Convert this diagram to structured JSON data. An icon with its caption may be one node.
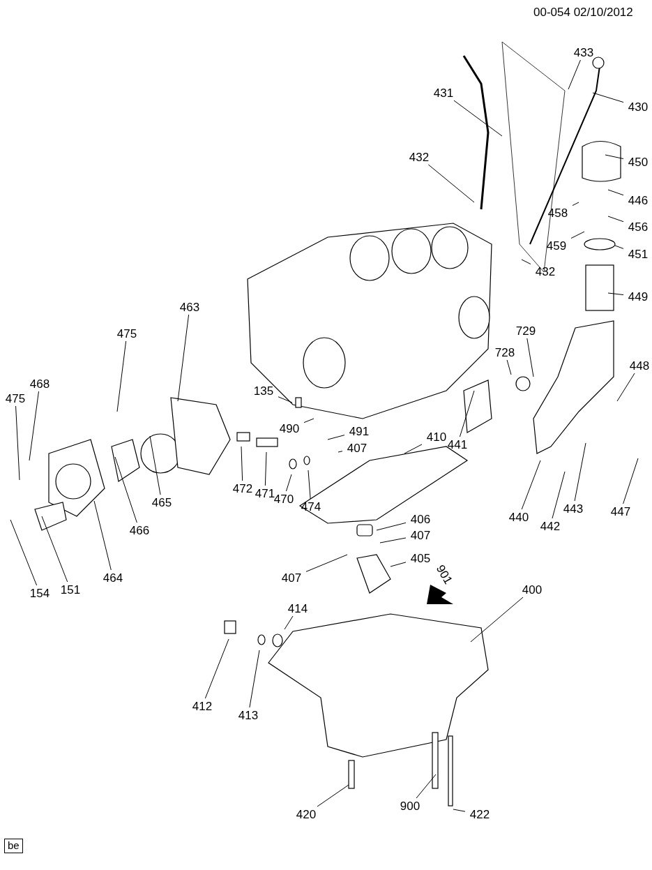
{
  "diagram": {
    "nodes": [
      {
        "text": [
          "431"
        ]
      },
      {
        "text": [
          "433"
        ]
      },
      {
        "text": [
          "430"
        ]
      },
      {
        "text": [
          "432"
        ]
      },
      {
        "text": [
          "450"
        ]
      },
      {
        "text": [
          "446"
        ]
      },
      {
        "text": [
          "458"
        ]
      },
      {
        "text": [
          "456"
        ]
      },
      {
        "text": [
          "459"
        ]
      },
      {
        "text": [
          "451"
        ]
      },
      {
        "text": [
          "432"
        ]
      },
      {
        "text": [
          "449"
        ]
      },
      {
        "text": [
          "463"
        ]
      },
      {
        "text": [
          "475"
        ]
      },
      {
        "text": [
          "729"
        ]
      },
      {
        "text": [
          "728"
        ]
      },
      {
        "text": [
          "448"
        ]
      },
      {
        "text": [
          "468"
        ]
      },
      {
        "text": [
          "475"
        ]
      },
      {
        "text": [
          "135"
        ]
      },
      {
        "text": [
          "490"
        ]
      },
      {
        "text": [
          "491"
        ]
      },
      {
        "text": [
          "407"
        ]
      },
      {
        "text": [
          "410"
        ]
      },
      {
        "text": [
          "441"
        ]
      },
      {
        "text": [
          "472"
        ]
      },
      {
        "text": [
          "471"
        ]
      },
      {
        "text": [
          "470"
        ]
      },
      {
        "text": [
          "474"
        ]
      },
      {
        "text": [
          "465"
        ]
      },
      {
        "text": [
          "466"
        ]
      },
      {
        "text": [
          "440"
        ]
      },
      {
        "text": [
          "442"
        ]
      },
      {
        "text": [
          "443"
        ]
      },
      {
        "text": [
          "447"
        ]
      },
      {
        "text": [
          "406"
        ]
      },
      {
        "text": [
          "407"
        ]
      },
      {
        "text": [
          "405"
        ]
      },
      {
        "text": [
          "407"
        ]
      },
      {
        "text": [
          "464"
        ]
      },
      {
        "text": [
          "154"
        ]
      },
      {
        "text": [
          "151"
        ]
      },
      {
        "text": [
          "400"
        ]
      },
      {
        "text": [
          "414"
        ]
      },
      {
        "text": [
          "412"
        ]
      },
      {
        "text": [
          "413"
        ]
      },
      {
        "text": [
          "420"
        ]
      },
      {
        "text": [
          "900"
        ]
      },
      {
        "text": [
          "422"
        ]
      }
    ],
    "edges": [
      {
        "from": 0,
        "to": null,
        "arrow": "none"
      },
      {
        "from": 1,
        "to": null,
        "arrow": "none"
      },
      {
        "from": 2,
        "to": null,
        "arrow": "none"
      },
      {
        "from": 3,
        "to": null,
        "arrow": "none"
      },
      {
        "from": 4,
        "to": null,
        "arrow": "none"
      },
      {
        "from": 5,
        "to": null,
        "arrow": "none"
      },
      {
        "from": 6,
        "to": null,
        "arrow": "none"
      },
      {
        "from": 7,
        "to": null,
        "arrow": "none"
      },
      {
        "from": 8,
        "to": null,
        "arrow": "none"
      },
      {
        "from": 9,
        "to": null,
        "arrow": "none"
      },
      {
        "from": 10,
        "to": null,
        "arrow": "none"
      },
      {
        "from": 11,
        "to": null,
        "arrow": "none"
      },
      {
        "from": 12,
        "to": null,
        "arrow": "none"
      },
      {
        "from": 13,
        "to": null,
        "arrow": "none"
      },
      {
        "from": 14,
        "to": null,
        "arrow": "none"
      },
      {
        "from": 15,
        "to": null,
        "arrow": "none"
      },
      {
        "from": 16,
        "to": null,
        "arrow": "none"
      },
      {
        "from": 17,
        "to": null,
        "arrow": "none"
      },
      {
        "from": 18,
        "to": null,
        "arrow": "none"
      },
      {
        "from": 19,
        "to": null,
        "arrow": "none"
      },
      {
        "from": 20,
        "to": null,
        "arrow": "none"
      },
      {
        "from": 21,
        "to": null,
        "arrow": "none"
      },
      {
        "from": 22,
        "to": null,
        "arrow": "none"
      },
      {
        "from": 23,
        "to": null,
        "arrow": "none"
      },
      {
        "from": 24,
        "to": null,
        "arrow": "none"
      },
      {
        "from": 25,
        "to": null,
        "arrow": "none"
      },
      {
        "from": 26,
        "to": null,
        "arrow": "none"
      },
      {
        "from": 27,
        "to": null,
        "arrow": "none"
      },
      {
        "from": 28,
        "to": null,
        "arrow": "none"
      },
      {
        "from": 29,
        "to": null,
        "arrow": "none"
      },
      {
        "from": 30,
        "to": null,
        "arrow": "none"
      },
      {
        "from": 31,
        "to": null,
        "arrow": "none"
      },
      {
        "from": 32,
        "to": null,
        "arrow": "none"
      },
      {
        "from": 33,
        "to": null,
        "arrow": "none"
      },
      {
        "from": 34,
        "to": null,
        "arrow": "none"
      },
      {
        "from": 35,
        "to": null,
        "arrow": "none"
      },
      {
        "from": 36,
        "to": null,
        "arrow": "none"
      },
      {
        "from": 37,
        "to": null,
        "arrow": "none"
      },
      {
        "from": 38,
        "to": null,
        "arrow": "none"
      },
      {
        "from": 39,
        "to": null,
        "arrow": "none"
      },
      {
        "from": 40,
        "to": null,
        "arrow": "none"
      },
      {
        "from": 41,
        "to": null,
        "arrow": "none"
      },
      {
        "from": 42,
        "to": null,
        "arrow": "none"
      },
      {
        "from": 43,
        "to": null,
        "arrow": "none"
      },
      {
        "from": 44,
        "to": null,
        "arrow": "none"
      },
      {
        "from": 45,
        "to": null,
        "arrow": "none"
      },
      {
        "from": 46,
        "to": null,
        "arrow": "none"
      },
      {
        "from": 47,
        "to": null,
        "arrow": "none"
      },
      {
        "from": 48,
        "to": null,
        "arrow": "none"
      }
    ],
    "labels": [
      "00-054 02/10/2012",
      "901",
      "be"
    ]
  }
}
